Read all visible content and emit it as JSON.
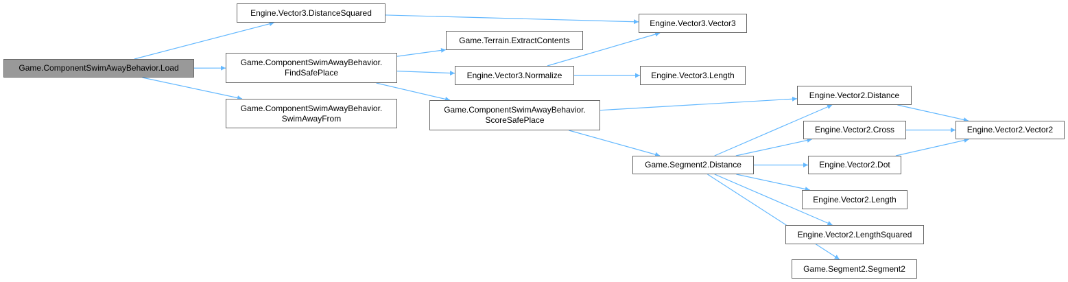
{
  "diagram": {
    "type": "call-graph",
    "edge_color": "#63b8ff",
    "root_fill": "#999999",
    "nodes": [
      {
        "id": "load",
        "lines": [
          "Game.ComponentSwimAwayBehavior.Load"
        ],
        "root": true
      },
      {
        "id": "v3distsq",
        "lines": [
          "Engine.Vector3.DistanceSquared"
        ]
      },
      {
        "id": "findsafe",
        "lines": [
          "Game.ComponentSwimAwayBehavior.",
          "FindSafePlace"
        ]
      },
      {
        "id": "swimaway",
        "lines": [
          "Game.ComponentSwimAwayBehavior.",
          "SwimAwayFrom"
        ]
      },
      {
        "id": "extract",
        "lines": [
          "Game.Terrain.ExtractContents"
        ]
      },
      {
        "id": "normalize",
        "lines": [
          "Engine.Vector3.Normalize"
        ]
      },
      {
        "id": "scoresafe",
        "lines": [
          "Game.ComponentSwimAwayBehavior.",
          "ScoreSafePlace"
        ]
      },
      {
        "id": "v3ctor",
        "lines": [
          "Engine.Vector3.Vector3"
        ]
      },
      {
        "id": "v3len",
        "lines": [
          "Engine.Vector3.Length"
        ]
      },
      {
        "id": "v2dist",
        "lines": [
          "Engine.Vector2.Distance"
        ]
      },
      {
        "id": "v2cross",
        "lines": [
          "Engine.Vector2.Cross"
        ]
      },
      {
        "id": "v2ctor",
        "lines": [
          "Engine.Vector2.Vector2"
        ]
      },
      {
        "id": "seg2dist",
        "lines": [
          "Game.Segment2.Distance"
        ]
      },
      {
        "id": "v2dot",
        "lines": [
          "Engine.Vector2.Dot"
        ]
      },
      {
        "id": "v2len",
        "lines": [
          "Engine.Vector2.Length"
        ]
      },
      {
        "id": "v2lensq",
        "lines": [
          "Engine.Vector2.LengthSquared"
        ]
      },
      {
        "id": "seg2ctor",
        "lines": [
          "Game.Segment2.Segment2"
        ]
      }
    ],
    "edges": [
      [
        "load",
        "v3distsq"
      ],
      [
        "load",
        "findsafe"
      ],
      [
        "load",
        "swimaway"
      ],
      [
        "v3distsq",
        "v3ctor"
      ],
      [
        "findsafe",
        "extract"
      ],
      [
        "findsafe",
        "normalize"
      ],
      [
        "findsafe",
        "scoresafe"
      ],
      [
        "normalize",
        "v3ctor"
      ],
      [
        "normalize",
        "v3len"
      ],
      [
        "scoresafe",
        "v2dist"
      ],
      [
        "scoresafe",
        "seg2dist"
      ],
      [
        "v2dist",
        "v2ctor"
      ],
      [
        "v2cross",
        "v2ctor"
      ],
      [
        "v2dot",
        "v2ctor"
      ],
      [
        "seg2dist",
        "v2dist"
      ],
      [
        "seg2dist",
        "v2cross"
      ],
      [
        "seg2dist",
        "v2dot"
      ],
      [
        "seg2dist",
        "v2len"
      ],
      [
        "seg2dist",
        "v2lensq"
      ],
      [
        "seg2dist",
        "seg2ctor"
      ]
    ]
  }
}
